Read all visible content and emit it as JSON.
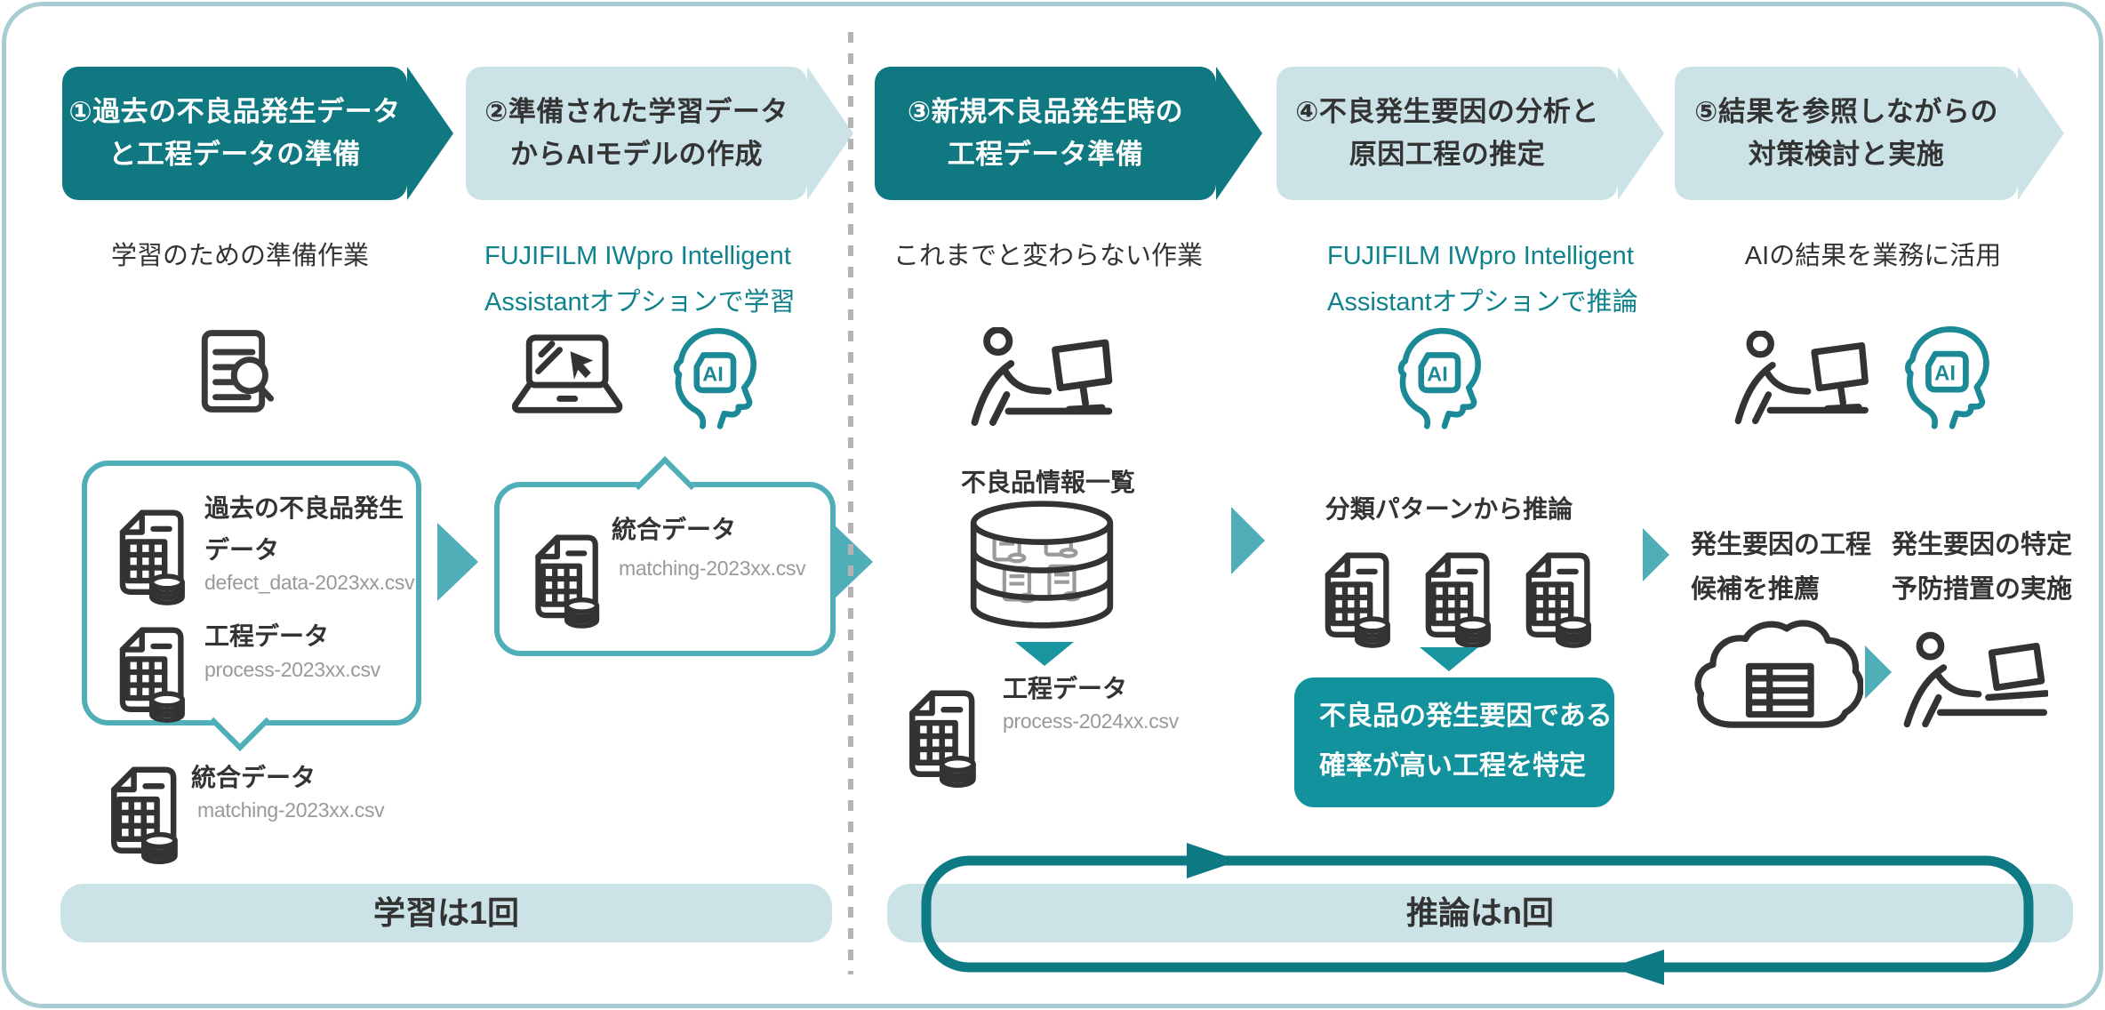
{
  "colors": {
    "teal_dark": "#107880",
    "teal_light": "#CBE3E7",
    "teal_callout": "#11929C",
    "teal_text": "#0F828C",
    "teal_arrow": "#4FAEB7",
    "teal_arrow_dark": "#1995A0",
    "loop_arrow": "#0E7A84",
    "icon_dark": "#333333",
    "filename_gray": "#999999",
    "divider_gray": "#B3B3B3",
    "card_border": "#A8CCD3"
  },
  "steps": [
    {
      "title_line1": "①過去の不良品発生データ",
      "title_line2": "と工程データの準備",
      "variant": "dark",
      "subtitle": "学習のための準備作業"
    },
    {
      "title_line1": "②準備された学習データ",
      "title_line2": "からAIモデルの作成",
      "variant": "light",
      "subtitle_line1": "FUJIFILM IWpro Intelligent",
      "subtitle_line2": "Assistantオプションで学習"
    },
    {
      "title_line1": "③新規不良品発生時の",
      "title_line2": "工程データ準備",
      "variant": "dark",
      "subtitle": "これまでと変わらない作業"
    },
    {
      "title_line1": "④不良発生要因の分析と",
      "title_line2": "原因工程の推定",
      "variant": "light",
      "subtitle_line1": "FUJIFILM IWpro Intelligent",
      "subtitle_line2": "Assistantオプションで推論"
    },
    {
      "title_line1": "⑤結果を参照しながらの",
      "title_line2": "対策検討と実施",
      "variant": "light",
      "subtitle": "AIの結果を業務に活用"
    }
  ],
  "step1": {
    "files": [
      {
        "label_line1": "過去の不良品発生",
        "label_line2": "データ",
        "filename": "defect_data-2023xx.csv"
      },
      {
        "label_line1": "工程データ",
        "filename": "process-2023xx.csv"
      }
    ],
    "merged": {
      "label": "統合データ",
      "filename": "matching-2023xx.csv"
    }
  },
  "step2": {
    "bubble": {
      "label": "統合データ",
      "filename": "matching-2023xx.csv"
    }
  },
  "step3": {
    "list_label": "不良品情報一覧",
    "data_label": "工程データ",
    "filename": "process-2024xx.csv"
  },
  "step4": {
    "label": "分類パターンから推論",
    "callout_line1": "不良品の発生要因である",
    "callout_line2": "確率が高い工程を特定"
  },
  "step5": {
    "recommend_line1": "発生要因の工程",
    "recommend_line2": "候補を推薦",
    "action_line1": "発生要因の特定",
    "action_line2": "予防措置の実施"
  },
  "footer": {
    "learn_label": "学習は1回",
    "infer_label": "推論はn回"
  },
  "icons": {
    "ai_label": "AI",
    "names": [
      "document-search-icon",
      "laptop-cursor-icon",
      "ai-head-icon",
      "person-desk-icon",
      "csv-file-icon",
      "database-stack-icon",
      "cloud-table-icon",
      "person-laptop-icon",
      "arrow-right-icon",
      "arrow-down-icon",
      "loop-arrow-icon"
    ]
  }
}
